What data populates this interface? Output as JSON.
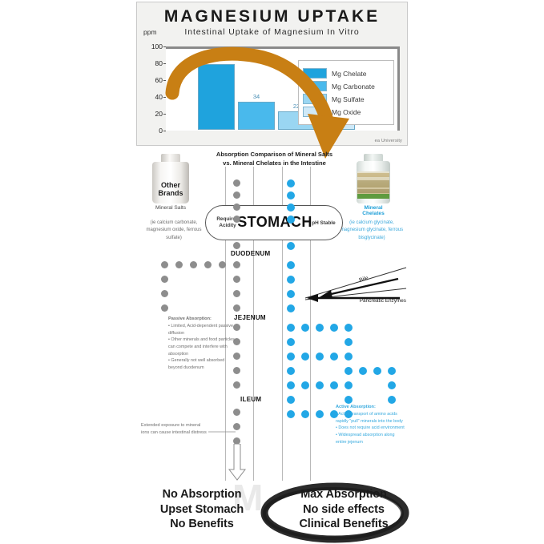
{
  "chart": {
    "title": "MAGNESIUM UPTAKE",
    "subtitle": "Intestinal Uptake of Magnesium In Vitro",
    "y_axis_unit": "ppm",
    "source": "ea University"
  },
  "chart_data": {
    "type": "bar",
    "title": "MAGNESIUM UPTAKE",
    "subtitle": "Intestinal Uptake of Magnesium In Vitro",
    "categories": [
      "Mg Chelate",
      "Mg Carbonate",
      "Mg Sulfate",
      "Mg Oxide"
    ],
    "values": [
      80,
      34,
      22,
      9
    ],
    "xlabel": "",
    "ylabel": "ppm",
    "ylim": [
      0,
      100
    ],
    "yticks": [
      0,
      20,
      40,
      60,
      80,
      100
    ],
    "grid": false,
    "legend_position": "right",
    "colors": [
      "#1fa3dd",
      "#49b9ec",
      "#9ad6f2",
      "#cfe9f8"
    ],
    "annotations": [
      "ea University"
    ]
  },
  "diagram": {
    "comparison_title_line1": "Absorption Comparison of Mineral Salts",
    "comparison_title_line2": "vs. Mineral Chelates in the Intestine",
    "left_bottle_label_line1": "Other",
    "left_bottle_label_line2": "Brands",
    "left_caption": "Mineral Salts",
    "left_note": "(ie calcium carbonate, magnesium oxide, ferrous sulfate)",
    "right_caption": "Mineral Chelates",
    "right_note": "(ie calcium glycinate, magnesium glycinate, ferrous bisglycinate)",
    "stomach_label": "STOMACH",
    "requires_acidity": "Requires Acidity",
    "ph_stable": "pH Stable",
    "segment_duodenum": "DUODENUM",
    "segment_jejunum": "JEJENUM",
    "segment_ileum": "ILEUM",
    "bile_label": "Bile",
    "pancreatic_label": "Pancreatic Enzymes",
    "passive_title": "Passive Absorption:",
    "passive_bullets": [
      "Limited, Acid-dependent passive diffusion",
      "Other minerals and food particles can compete and interfere with absorption",
      "Generally not well absorbed beyond duodenum"
    ],
    "active_title": "Active Absorption:",
    "active_bullets": [
      "Active transport of amino acids rapidly \"pull\" minerals into the body",
      "Does not require acid environment",
      "Widespread absorption along entire jejenum"
    ],
    "distress_note": "Extended exposure to mineral ions can cause intestinal distress"
  },
  "conclusion": {
    "left": [
      "No Absorption",
      "Upset Stomach",
      "No Benefits"
    ],
    "right": [
      "Max Absorption",
      "No side effects",
      "Clinical Benefits"
    ]
  },
  "colors": {
    "chelate_blue": "#22a7e6",
    "salt_grey": "#8d8d8d",
    "swoosh_orange": "#c87f14",
    "text_dark": "#1a1a1a"
  }
}
